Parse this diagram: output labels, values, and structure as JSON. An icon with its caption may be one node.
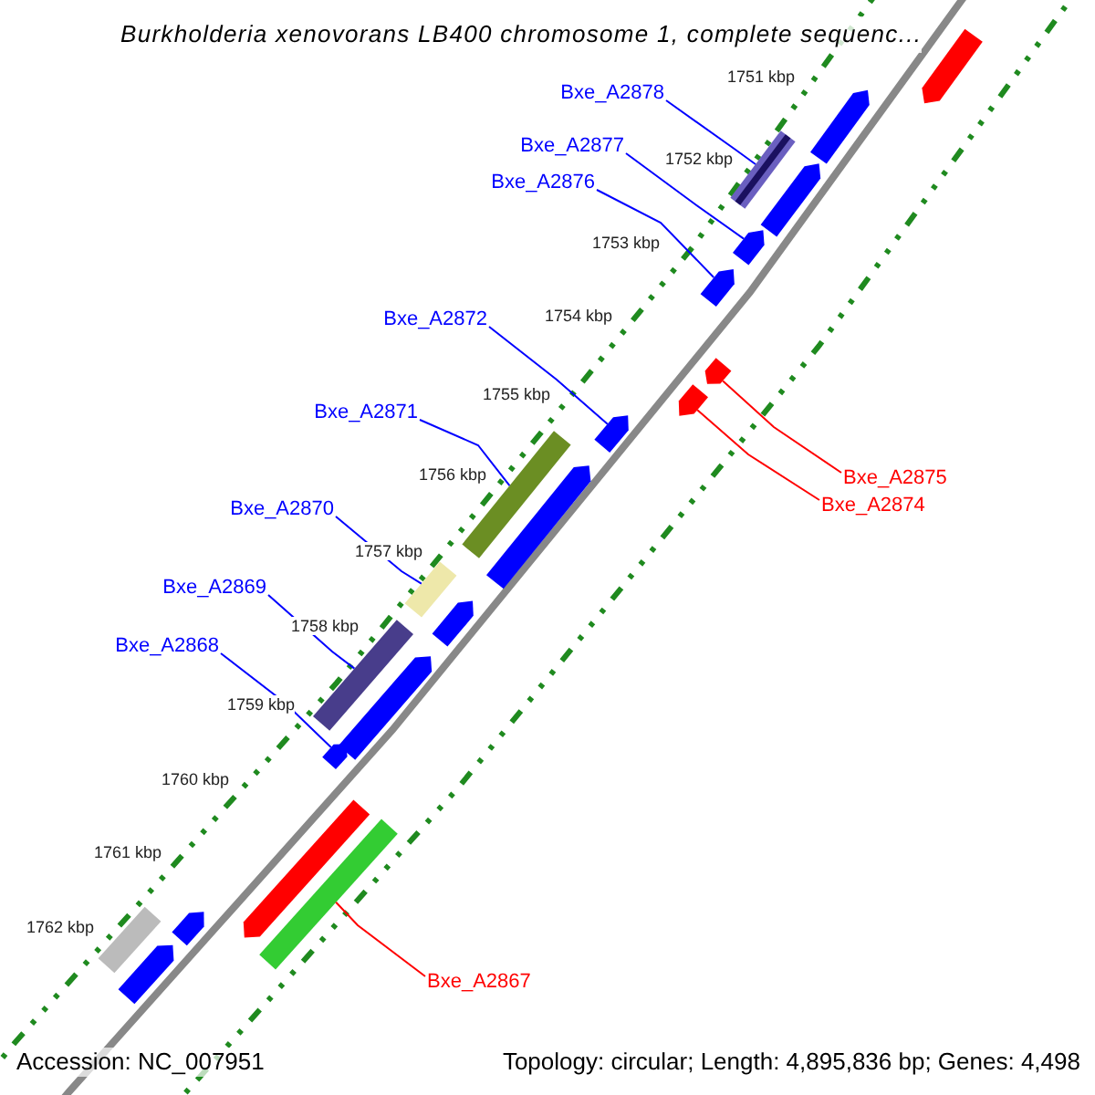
{
  "diagram": {
    "title": "Burkholderia xenovorans LB400 chromosome 1, complete sequenc...",
    "nodes": [
      {
        "text": [
          "Bxe_A2878"
        ]
      },
      {
        "text": [
          "Bxe_A2877"
        ]
      },
      {
        "text": [
          "Bxe_A2876"
        ]
      },
      {
        "text": [
          "Bxe_A2872"
        ]
      },
      {
        "text": [
          "Bxe_A2875"
        ]
      },
      {
        "text": [
          "Bxe_A2874"
        ]
      },
      {
        "text": [
          "Bxe_A2871"
        ]
      },
      {
        "text": [
          "Bxe_A2870"
        ]
      },
      {
        "text": [
          "Bxe_A2869"
        ]
      },
      {
        "text": [
          "Bxe_A2868"
        ]
      },
      {
        "text": [
          "Bxe_A2867"
        ]
      },
      {
        "text": [],
        "shape": "arrow"
      },
      {
        "text": [],
        "shape": "arrow"
      },
      {
        "text": [],
        "shape": "bar"
      },
      {
        "text": [],
        "shape": "arrow"
      },
      {
        "text": [],
        "shape": "arrow"
      },
      {
        "text": [],
        "shape": "arrow"
      },
      {
        "text": [],
        "shape": "arrow"
      },
      {
        "text": [],
        "shape": "arrow"
      },
      {
        "text": [],
        "shape": "arrow"
      },
      {
        "text": [],
        "shape": "bar"
      },
      {
        "text": [],
        "shape": "arrow"
      },
      {
        "text": [],
        "shape": "bar"
      },
      {
        "text": [],
        "shape": "arrow"
      },
      {
        "text": [],
        "shape": "bar"
      },
      {
        "text": [],
        "shape": "arrow"
      },
      {
        "text": [],
        "shape": "arrow"
      },
      {
        "text": [],
        "shape": "arrow"
      },
      {
        "text": [],
        "shape": "bar"
      },
      {
        "text": [],
        "shape": "bar"
      },
      {
        "text": [],
        "shape": "arrow"
      },
      {
        "text": [],
        "shape": "arrow"
      }
    ],
    "edges": [
      {
        "from": 0,
        "to": 13,
        "arrow": "none"
      },
      {
        "from": 1,
        "to": 15,
        "arrow": "none"
      },
      {
        "from": 2,
        "to": 16,
        "arrow": "none"
      },
      {
        "from": 3,
        "to": 19,
        "arrow": "none"
      },
      {
        "from": 4,
        "to": 17,
        "arrow": "none",
        "color": "#ff0000"
      },
      {
        "from": 5,
        "to": 18,
        "arrow": "none",
        "color": "#ff0000"
      },
      {
        "from": 6,
        "to": 20,
        "arrow": "none"
      },
      {
        "from": 7,
        "to": 22,
        "arrow": "none"
      },
      {
        "from": 8,
        "to": 24,
        "arrow": "none"
      },
      {
        "from": 9,
        "to": 26,
        "arrow": "none"
      },
      {
        "from": 10,
        "to": 28,
        "arrow": "none",
        "color": "#ff0000"
      }
    ],
    "labels": [
      "1751 kbp",
      "1752 kbp",
      "1753 kbp",
      "1754 kbp",
      "1755 kbp",
      "1756 kbp",
      "1757 kbp",
      "1758 kbp",
      "1759 kbp",
      "1760 kbp",
      "1761 kbp",
      "1762 kbp",
      "Accession: NC_007951",
      "Topology: circular; Length: 4,895,836 bp; Genes: 4,498"
    ]
  }
}
